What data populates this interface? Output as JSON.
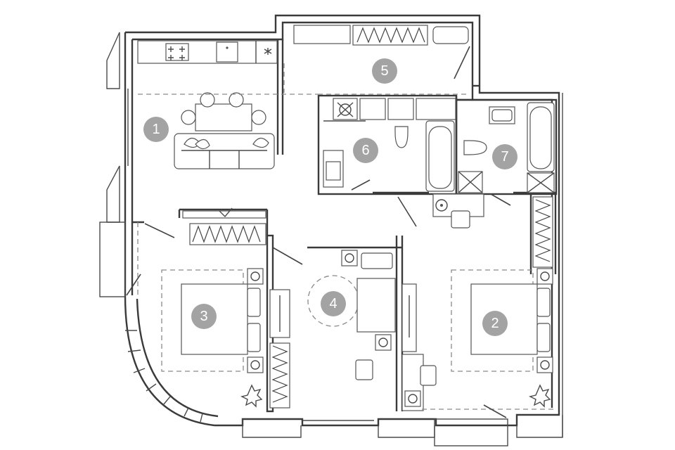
{
  "rooms": [
    {
      "id": "1",
      "label": "1"
    },
    {
      "id": "2",
      "label": "2"
    },
    {
      "id": "3",
      "label": "3"
    },
    {
      "id": "4",
      "label": "4"
    },
    {
      "id": "5",
      "label": "5"
    },
    {
      "id": "6",
      "label": "6"
    },
    {
      "id": "7",
      "label": "7"
    }
  ],
  "colors": {
    "wall": "#3a3a3a",
    "badge": "#a3a3a3",
    "badge_text": "#ffffff",
    "background": "#ffffff"
  }
}
